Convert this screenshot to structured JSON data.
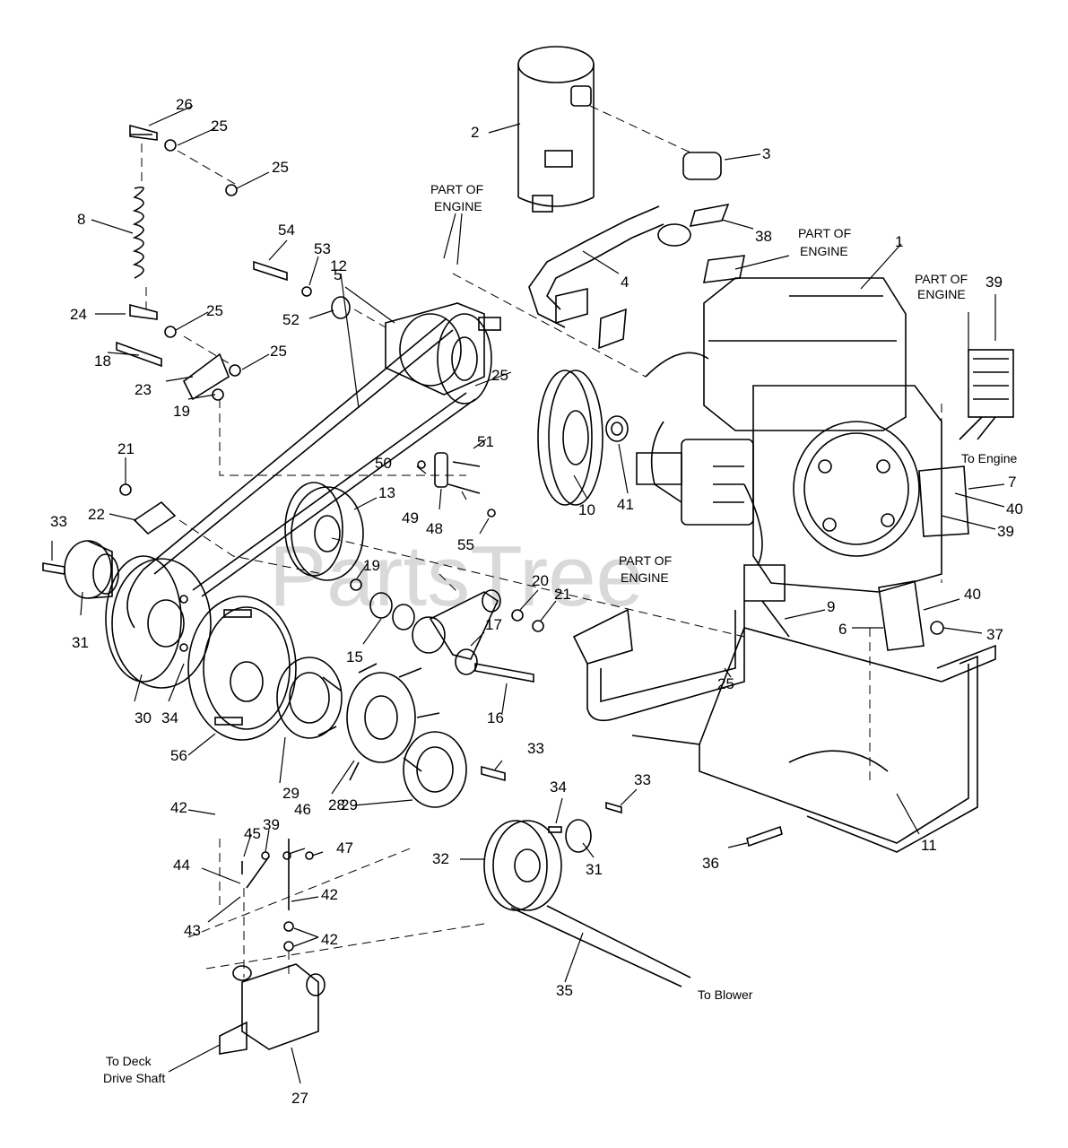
{
  "watermark": "PartsTree",
  "callouts": {
    "c1": "1",
    "c2": "2",
    "c3": "3",
    "c4": "4",
    "c5": "5",
    "c6": "6",
    "c7": "7",
    "c8": "8",
    "c9": "9",
    "c10": "10",
    "c11": "11",
    "c12": "12",
    "c13": "13",
    "c15": "15",
    "c16": "16",
    "c17": "17",
    "c18": "18",
    "c19a": "19",
    "c19b": "19",
    "c20": "20",
    "c21a": "21",
    "c21b": "21",
    "c22": "22",
    "c23": "23",
    "c24": "24",
    "c25a": "25",
    "c25b": "25",
    "c25c": "25",
    "c25d": "25",
    "c25e": "25",
    "c25f": "25",
    "c26": "26",
    "c27": "27",
    "c28": "28",
    "c29a": "29",
    "c29b": "29",
    "c30": "30",
    "c31a": "31",
    "c31b": "31",
    "c32": "32",
    "c33a": "33",
    "c33b": "33",
    "c33c": "33",
    "c34a": "34",
    "c34b": "34",
    "c35": "35",
    "c36": "36",
    "c37": "37",
    "c38": "38",
    "c39a": "39",
    "c39b": "39",
    "c39c": "39",
    "c40a": "40",
    "c40b": "40",
    "c41": "41",
    "c42a": "42",
    "c42b": "42",
    "c42c": "42",
    "c43": "43",
    "c44": "44",
    "c45": "45",
    "c46": "46",
    "c47": "47",
    "c48": "48",
    "c49": "49",
    "c50": "50",
    "c51": "51",
    "c52": "52",
    "c53": "53",
    "c54": "54",
    "c55": "55",
    "c56": "56"
  },
  "notes": {
    "part_of": "PART OF",
    "engine": "ENGINE",
    "to_engine": "To Engine",
    "to_blower": "To Blower",
    "to_deck_1": "To Deck",
    "to_deck_2": "Drive Shaft"
  }
}
